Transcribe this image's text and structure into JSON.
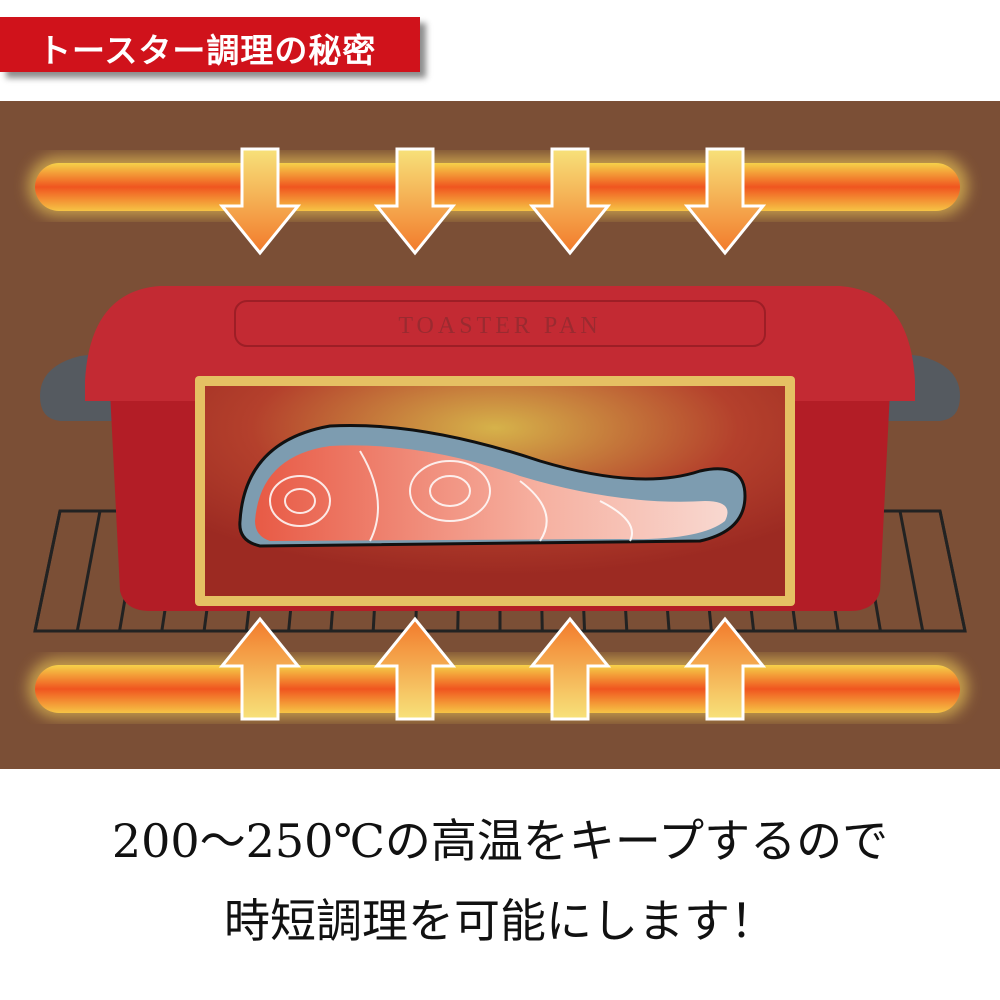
{
  "header": {
    "title": "トースター調理の秘密"
  },
  "illustration": {
    "lid_text": "TOASTER PAN",
    "colors": {
      "background": "#7b4f36",
      "heater": "#f26b2a",
      "pan": "#c0202a",
      "banner": "#d0121b"
    }
  },
  "caption": {
    "line1": "200～250℃の高温をキープするので",
    "line2": "時短調理を可能にします！"
  }
}
